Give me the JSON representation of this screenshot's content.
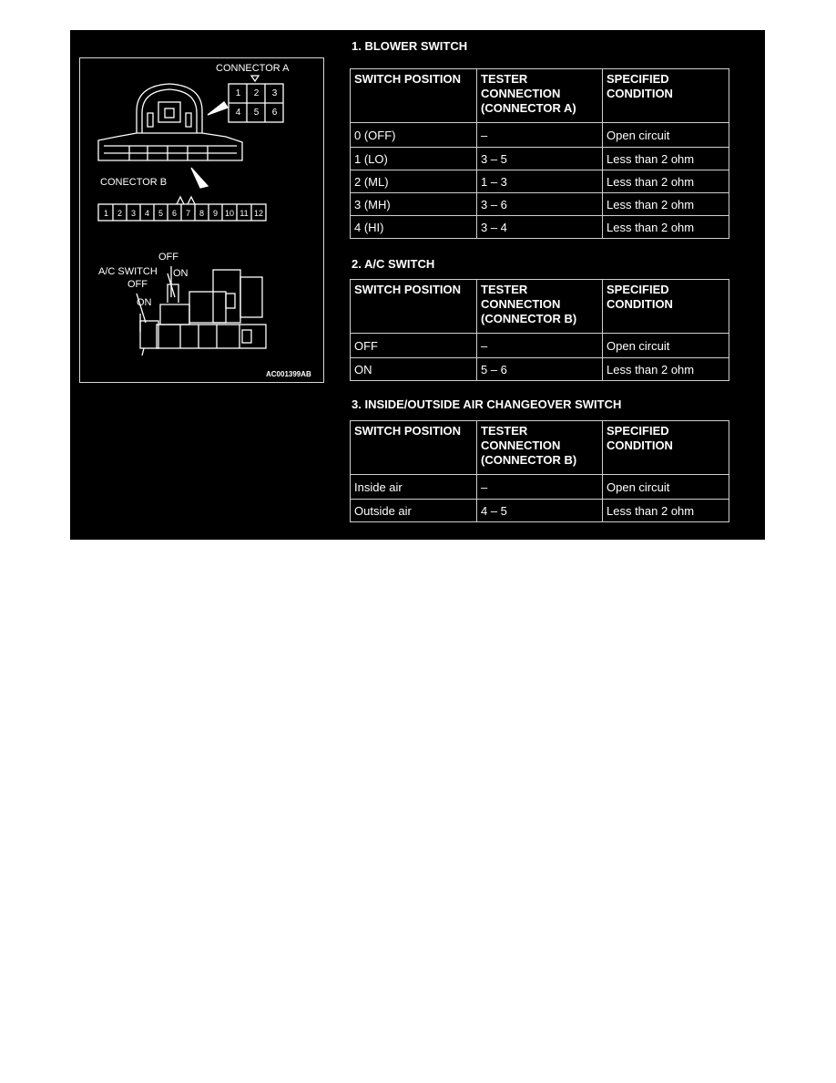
{
  "diagram": {
    "connector_a_label": "CONNECTOR A",
    "connector_a_pins": [
      "1",
      "2",
      "3",
      "4",
      "5",
      "6"
    ],
    "connector_b_label": "CONECTOR B",
    "connector_b_pins": [
      "1",
      "2",
      "3",
      "4",
      "5",
      "6",
      "7",
      "8",
      "9",
      "10",
      "11",
      "12"
    ],
    "off_top": "OFF",
    "ac_switch_label": "A/C SWITCH",
    "on_top": "ON",
    "off_left": "OFF",
    "on_left": "ON",
    "figure_code": "AC001399AB"
  },
  "sections": [
    {
      "title": "1. BLOWER SWITCH",
      "headers": [
        "SWITCH POSITION",
        "TESTER CONNECTION (CONNECTOR A)",
        "SPECIFIED CONDITION"
      ],
      "rows": [
        [
          "0 (OFF)",
          "–",
          "Open circuit"
        ],
        [
          "1 (LO)",
          "3 – 5",
          "Less than 2 ohm"
        ],
        [
          "2 (ML)",
          "1 – 3",
          "Less than 2 ohm"
        ],
        [
          "3 (MH)",
          "3 – 6",
          "Less than 2 ohm"
        ],
        [
          "4 (HI)",
          "3 – 4",
          "Less than 2 ohm"
        ]
      ]
    },
    {
      "title": "2. A/C SWITCH",
      "headers": [
        "SWITCH POSITION",
        "TESTER CONNECTION (CONNECTOR B)",
        "SPECIFIED CONDITION"
      ],
      "rows": [
        [
          "OFF",
          "–",
          "Open circuit"
        ],
        [
          "ON",
          "5 – 6",
          "Less than 2 ohm"
        ]
      ]
    },
    {
      "title": "3. INSIDE/OUTSIDE AIR CHANGEOVER SWITCH",
      "headers": [
        "SWITCH POSITION",
        "TESTER CONNECTION (CONNECTOR B)",
        "SPECIFIED CONDITION"
      ],
      "rows": [
        [
          "Inside air",
          "–",
          "Open circuit"
        ],
        [
          "Outside air",
          "4 – 5",
          "Less than 2 ohm"
        ]
      ]
    }
  ]
}
